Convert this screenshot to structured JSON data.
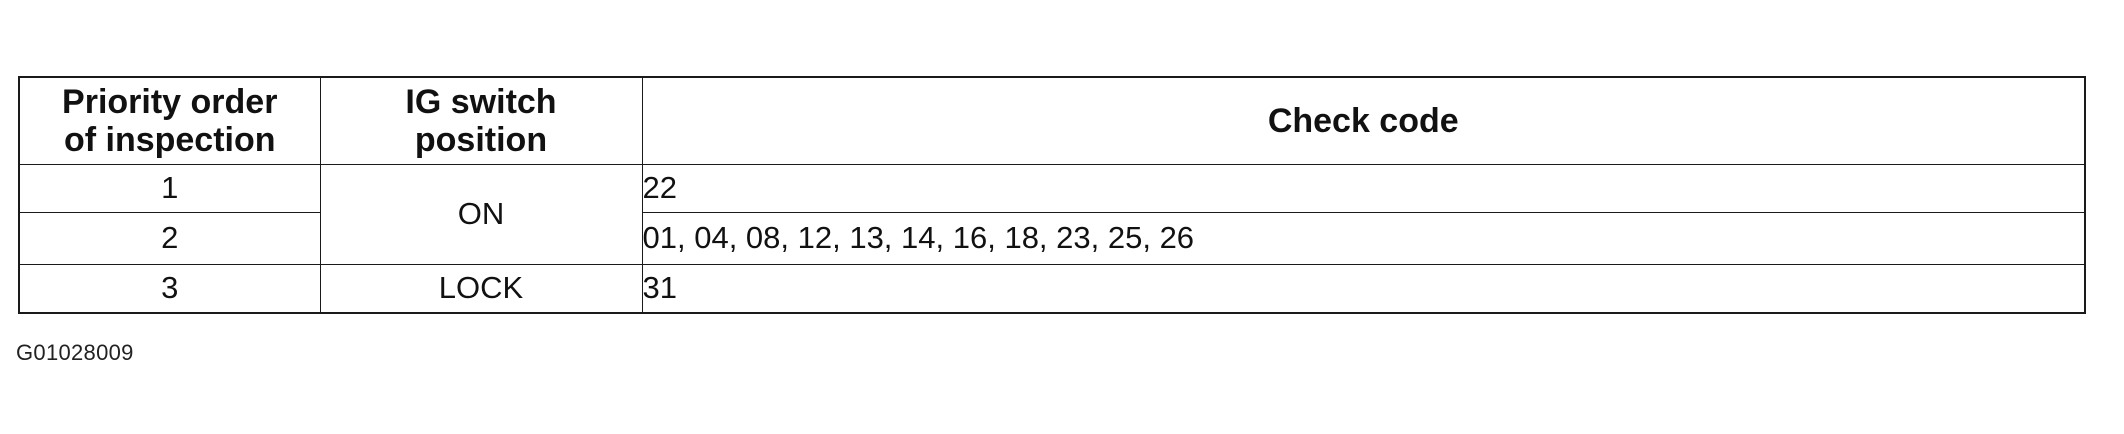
{
  "table": {
    "headers": {
      "priority_line1": "Priority order",
      "priority_line2": "of inspection",
      "ig_line1": "IG switch",
      "ig_line2": "position",
      "check_code": "Check code"
    },
    "rows": [
      {
        "priority": "1",
        "ig_position": "ON",
        "codes": "22"
      },
      {
        "priority": "2",
        "ig_position": "ON",
        "codes": "01, 04, 08, 12, 13, 14, 16, 18, 23, 25, 26"
      },
      {
        "priority": "3",
        "ig_position": "LOCK",
        "codes": "31"
      }
    ]
  },
  "figure_id": "G01028009"
}
